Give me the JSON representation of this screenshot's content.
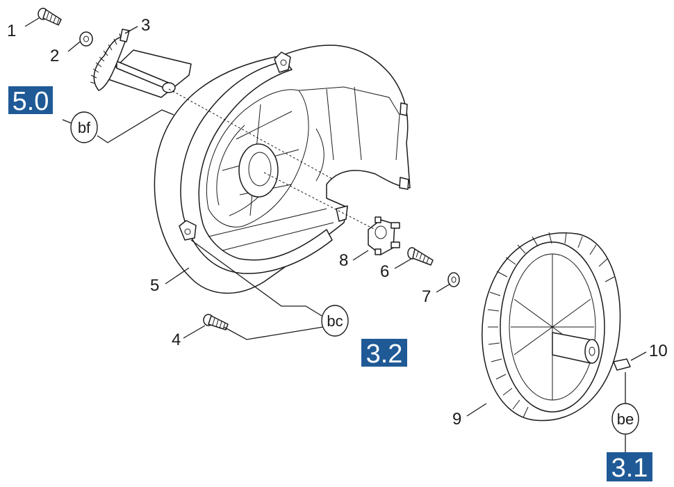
{
  "parts": [
    {
      "num": "1"
    },
    {
      "num": "2"
    },
    {
      "num": "3"
    },
    {
      "num": "4"
    },
    {
      "num": "5"
    },
    {
      "num": "6"
    },
    {
      "num": "7"
    },
    {
      "num": "8"
    },
    {
      "num": "9"
    },
    {
      "num": "10"
    }
  ],
  "references": [
    {
      "label": "5.0"
    },
    {
      "label": "3.2"
    },
    {
      "label": "3.1"
    }
  ],
  "tags": [
    {
      "label": "bf"
    },
    {
      "label": "bc"
    },
    {
      "label": "be"
    }
  ],
  "colors": {
    "badge": "#1f5a96",
    "line": "#1a1a1a",
    "background": "#ffffff"
  }
}
